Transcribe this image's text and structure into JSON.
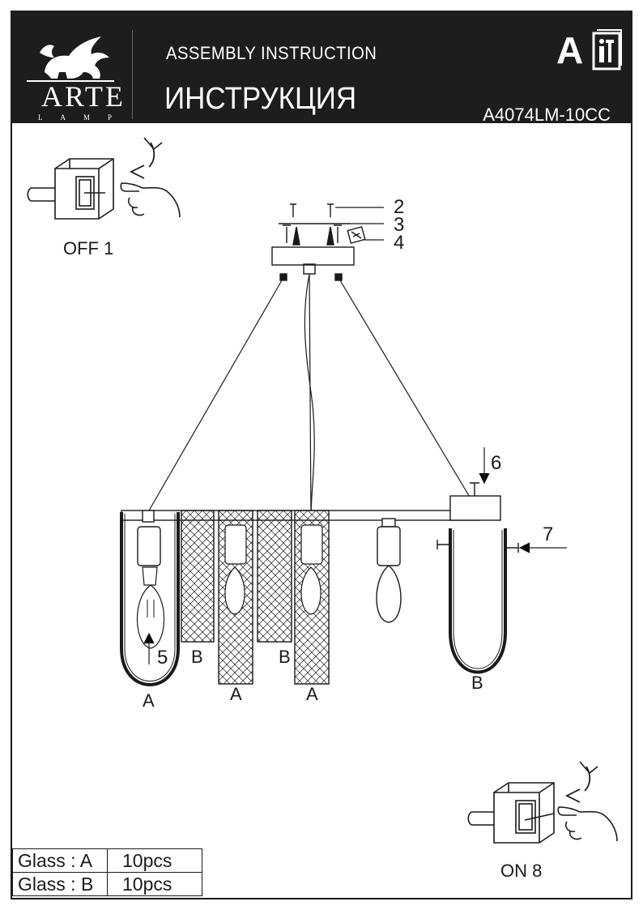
{
  "header": {
    "brand": "ARTE",
    "brand_sub": "LAMP",
    "title_en": "ASSEMBLY INSTRUCTION",
    "title_ru": "ИНСТРУКЦИЯ",
    "model_code": "A4074LM-10CC",
    "badge_letter": "A"
  },
  "steps": {
    "off": "OFF  1",
    "on": "ON 8",
    "callouts": [
      "2",
      "3",
      "4",
      "5",
      "6",
      "7"
    ]
  },
  "glass_labels": {
    "left_a": "A",
    "b1": "B",
    "a2": "A",
    "b2": "B",
    "a3": "A",
    "right_b": "B"
  },
  "glass_table": [
    {
      "label": "Glass : A",
      "qty": "10pcs"
    },
    {
      "label": "Glass : B",
      "qty": "10pcs"
    }
  ],
  "colors": {
    "header_bg": "#1d1d1d",
    "line": "#1a1a1a"
  }
}
